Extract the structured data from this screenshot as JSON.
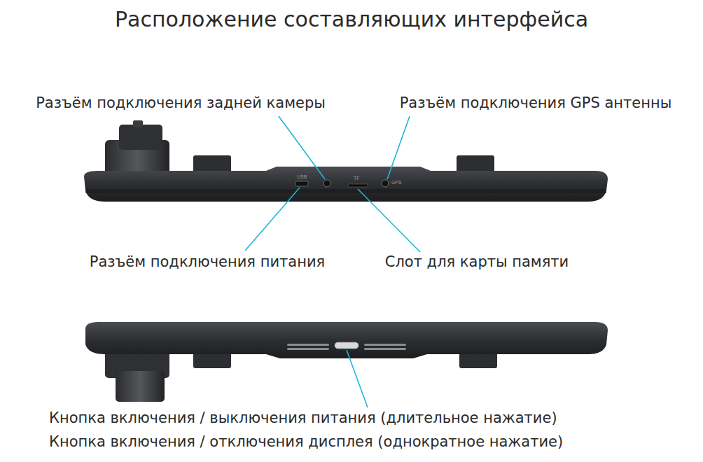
{
  "diagram": {
    "title": "Расположение составляющих интерфейса",
    "labels": [
      "Разъём подключения задней камеры",
      "Разъём подключения GPS антенны",
      "Разъём подключения питания",
      "Слот для карты памяти",
      "Кнопка включения / выключения питания (длительное нажатие)",
      "Кнопка включения / отключения дисплея (однократное нажатие)",
      "USB",
      "TF",
      "GPS"
    ]
  }
}
